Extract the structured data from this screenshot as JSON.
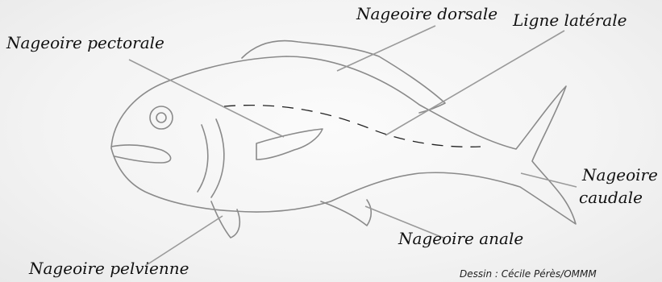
{
  "labels": {
    "dorsal": "Nageoire dorsale",
    "lateral": "Ligne latérale",
    "pectoral": "Nageoire pectorale",
    "caudal_line1": "Nageoire",
    "caudal_line2": "caudale",
    "anal": "Nageoire anale",
    "pelvic": "Nageoire pelvienne"
  },
  "credit": "Dessin : Cécile Pérès/OMMM"
}
